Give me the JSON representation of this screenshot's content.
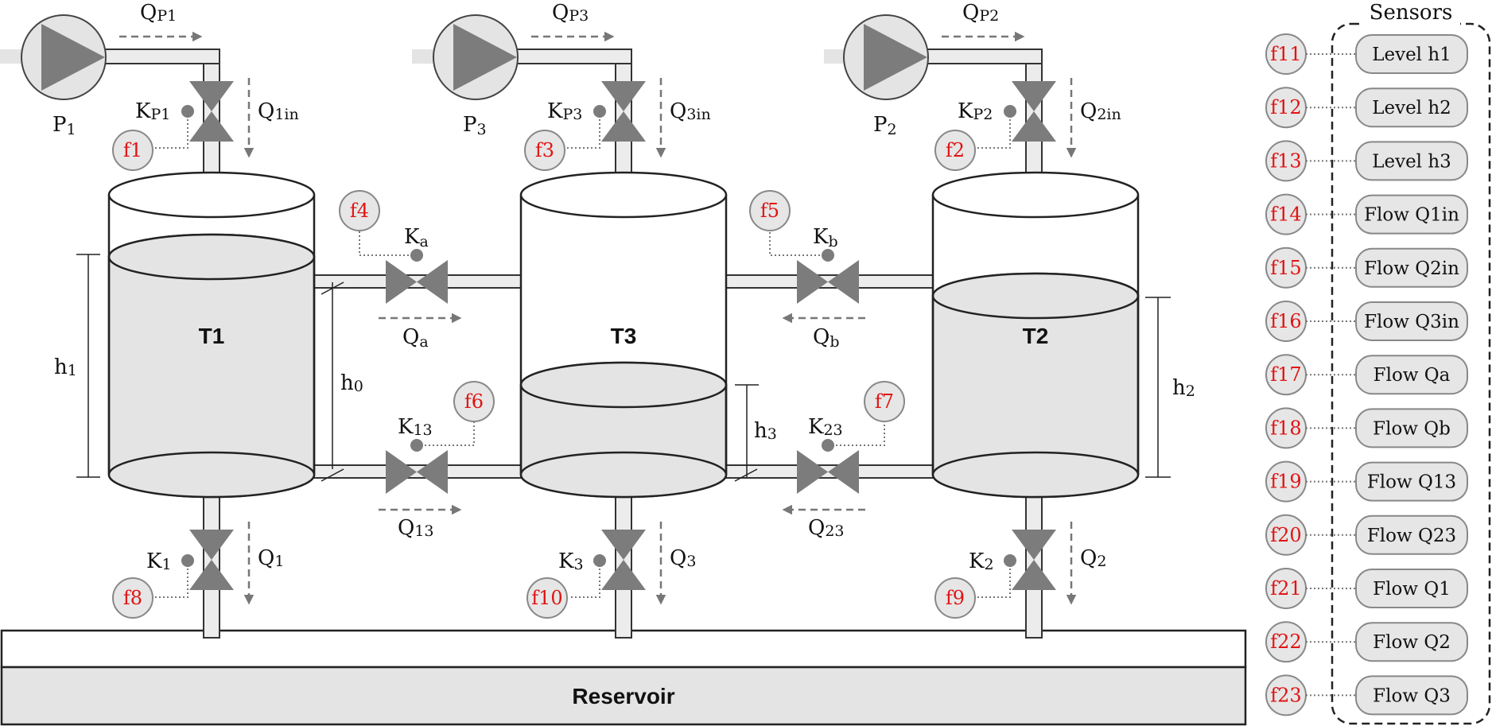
{
  "tanks": {
    "t1": "T1",
    "t2": "T2",
    "t3": "T3"
  },
  "reservoir": "Reservoir",
  "pumps": {
    "p1": {
      "base": "P",
      "sub": "1"
    },
    "p2": {
      "base": "P",
      "sub": "2"
    },
    "p3": {
      "base": "P",
      "sub": "3"
    }
  },
  "valves": {
    "kp1": {
      "base": "K",
      "sub": "P1"
    },
    "kp2": {
      "base": "K",
      "sub": "P2"
    },
    "kp3": {
      "base": "K",
      "sub": "P3"
    },
    "ka": {
      "base": "K",
      "sub": "a"
    },
    "kb": {
      "base": "K",
      "sub": "b"
    },
    "k13": {
      "base": "K",
      "sub": "13"
    },
    "k23": {
      "base": "K",
      "sub": "23"
    },
    "k1": {
      "base": "K",
      "sub": "1"
    },
    "k2": {
      "base": "K",
      "sub": "2"
    },
    "k3": {
      "base": "K",
      "sub": "3"
    }
  },
  "flows": {
    "qp1": {
      "base": "Q",
      "sub": "P1"
    },
    "qp2": {
      "base": "Q",
      "sub": "P2"
    },
    "qp3": {
      "base": "Q",
      "sub": "P3"
    },
    "q1in": {
      "base": "Q",
      "sub": "1in"
    },
    "q2in": {
      "base": "Q",
      "sub": "2in"
    },
    "q3in": {
      "base": "Q",
      "sub": "3in"
    },
    "qa": {
      "base": "Q",
      "sub": "a"
    },
    "qb": {
      "base": "Q",
      "sub": "b"
    },
    "q13": {
      "base": "Q",
      "sub": "13"
    },
    "q23": {
      "base": "Q",
      "sub": "23"
    },
    "q1": {
      "base": "Q",
      "sub": "1"
    },
    "q2": {
      "base": "Q",
      "sub": "2"
    },
    "q3": {
      "base": "Q",
      "sub": "3"
    }
  },
  "levels": {
    "h0": {
      "base": "h",
      "sub": "0"
    },
    "h1": {
      "base": "h",
      "sub": "1"
    },
    "h2": {
      "base": "h",
      "sub": "2"
    },
    "h3": {
      "base": "h",
      "sub": "3"
    }
  },
  "faults": {
    "f1": "f1",
    "f2": "f2",
    "f3": "f3",
    "f4": "f4",
    "f5": "f5",
    "f6": "f6",
    "f7": "f7",
    "f8": "f8",
    "f9": "f9",
    "f10": "f10"
  },
  "sensors_panel": {
    "title": "Sensors",
    "items": [
      {
        "fault": "f11",
        "label": "Level h1"
      },
      {
        "fault": "f12",
        "label": "Level h2"
      },
      {
        "fault": "f13",
        "label": "Level h3"
      },
      {
        "fault": "f14",
        "label": "Flow Q1in"
      },
      {
        "fault": "f15",
        "label": "Flow Q2in"
      },
      {
        "fault": "f16",
        "label": "Flow Q3in"
      },
      {
        "fault": "f17",
        "label": "Flow Qa"
      },
      {
        "fault": "f18",
        "label": "Flow Qb"
      },
      {
        "fault": "f19",
        "label": "Flow Q13"
      },
      {
        "fault": "f20",
        "label": "Flow Q23"
      },
      {
        "fault": "f21",
        "label": "Flow Q1"
      },
      {
        "fault": "f22",
        "label": "Flow Q2"
      },
      {
        "fault": "f23",
        "label": "Flow Q3"
      }
    ]
  },
  "colors": {
    "fault_text": "#e01414",
    "valve_fill": "#7c7c7c",
    "liquid_fill": "#e4e4e4",
    "pipe_fill": "#ececec"
  }
}
